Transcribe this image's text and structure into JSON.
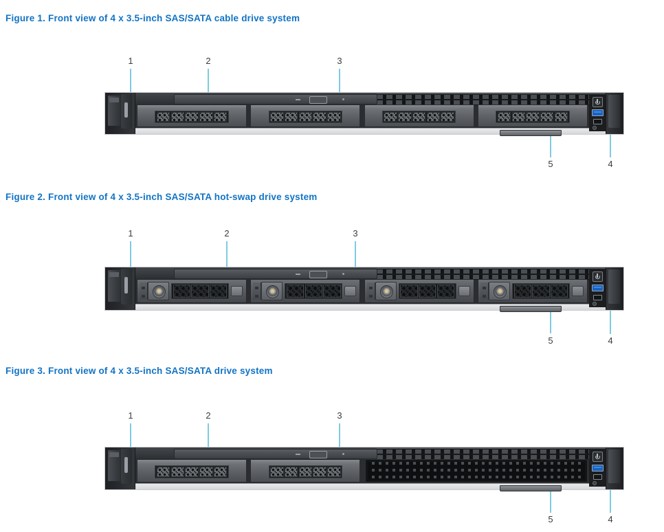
{
  "document": {
    "figures": [
      {
        "caption": "Figure 1. Front view of 4 x 3.5-inch SAS/SATA cable drive system",
        "drive_type": "cable",
        "bay_count": 4,
        "callouts": [
          {
            "id": "1",
            "label": "1"
          },
          {
            "id": "2",
            "label": "2"
          },
          {
            "id": "3",
            "label": "3"
          },
          {
            "id": "4",
            "label": "4"
          },
          {
            "id": "5",
            "label": "5"
          }
        ]
      },
      {
        "caption": "Figure 2. Front view of 4 x 3.5-inch SAS/SATA hot-swap drive system",
        "drive_type": "hot-swap",
        "bay_count": 4,
        "callouts": [
          {
            "id": "1",
            "label": "1"
          },
          {
            "id": "2",
            "label": "2"
          },
          {
            "id": "3",
            "label": "3"
          },
          {
            "id": "4",
            "label": "4"
          },
          {
            "id": "5",
            "label": "5"
          }
        ]
      },
      {
        "caption": "Figure 3. Front view of 4 x 3.5-inch SAS/SATA drive system",
        "drive_type": "mixed",
        "bay_count": 2,
        "callouts": [
          {
            "id": "1",
            "label": "1"
          },
          {
            "id": "2",
            "label": "2"
          },
          {
            "id": "3",
            "label": "3"
          },
          {
            "id": "4",
            "label": "4"
          },
          {
            "id": "5",
            "label": "5"
          }
        ]
      }
    ],
    "icons": {
      "power_button": "power-button-icon",
      "usb_port": "usb-3-port-icon",
      "micro_usb_port": "micro-usb-idrac-port-icon"
    },
    "colors": {
      "caption": "#1273c4",
      "leader_line": "#7ecbe0",
      "callout_number": "#3c3c3c",
      "usb_port": "#1663c4",
      "chassis": "#2b2d30"
    }
  }
}
